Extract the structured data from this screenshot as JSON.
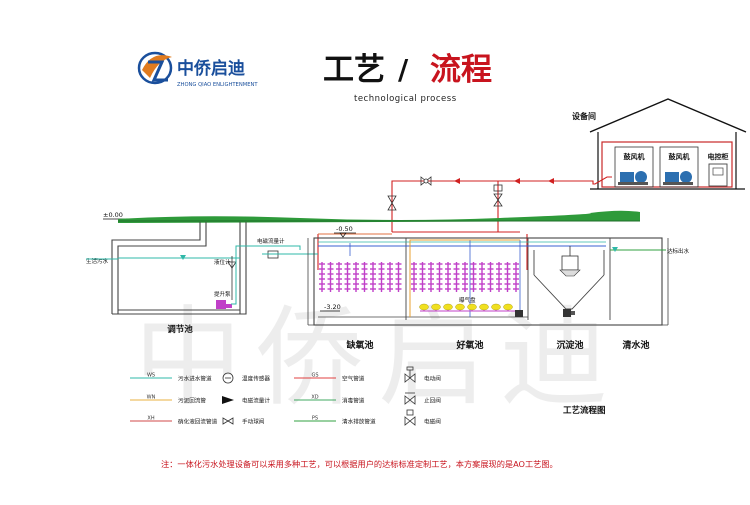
{
  "brand": {
    "name": "中侨启迪",
    "subtitle": "ZHONG QIAO ENLIGHTENMENT",
    "watermark": "中侨启迪"
  },
  "header": {
    "title_part1": "工艺",
    "separator": "/",
    "title_part2": "流程",
    "subtitle": "technological process"
  },
  "diagram": {
    "equipment_room": "设备间",
    "blower_1": "鼓风机",
    "blower_2": "鼓风机",
    "control_cabinet": "电控柜",
    "ground_level": "±0.00",
    "level_water_surface": "-0.50",
    "level_bottom": "-3.20",
    "raw_water_in": "生活污水",
    "lift_pump": "提升泵",
    "level_gauge": "液位计",
    "flow_meter": "电磁流量计",
    "aeration_disc": "曝气盘",
    "effluent": "达标出水",
    "tank_regulating": "调节池",
    "tank_anoxic": "缺氧池",
    "tank_aerobic": "好氧池",
    "tank_settling": "沉淀池",
    "tank_clear": "清水池",
    "diagram_caption": "工艺流程图"
  },
  "legend": {
    "items": [
      {
        "code": "WS",
        "label": "污水进水管道",
        "color": "#2fb8a8"
      },
      {
        "code": "WN",
        "label": "污泥回流管",
        "color": "#e8b040"
      },
      {
        "code": "XH",
        "label": "硝化液回流管道",
        "color": "#d04848"
      },
      {
        "code": "GS",
        "label": "空气管道",
        "color": "#e04040"
      },
      {
        "code": "XD",
        "label": "消毒管道",
        "color": "#40a860"
      },
      {
        "code": "PS",
        "label": "清水排放管道",
        "color": "#30a040"
      }
    ],
    "symbols": [
      {
        "label": "温度传感器",
        "icon": "temperature-sensor-icon"
      },
      {
        "label": "电磁流量计",
        "icon": "flow-meter-icon"
      },
      {
        "label": "手动球阀",
        "icon": "manual-ball-valve-icon"
      },
      {
        "label": "电动阀",
        "icon": "electric-valve-icon"
      },
      {
        "label": "止回阀",
        "icon": "check-valve-icon"
      },
      {
        "label": "电磁阀",
        "icon": "solenoid-valve-icon"
      }
    ]
  },
  "note": "注：一体化污水处理设备可以采用多种工艺，可以根据用户的达标标准定制工艺，本方案展现的是AO工艺图。",
  "colors": {
    "brand_blue": "#1a4f9c",
    "title_red": "#c8141e",
    "ground_green": "#2e9a3a",
    "aeration_purple": "#c040c8",
    "pipe_red": "#d02020",
    "disc_yellow": "#f0e020",
    "building_red": "#c82828"
  }
}
